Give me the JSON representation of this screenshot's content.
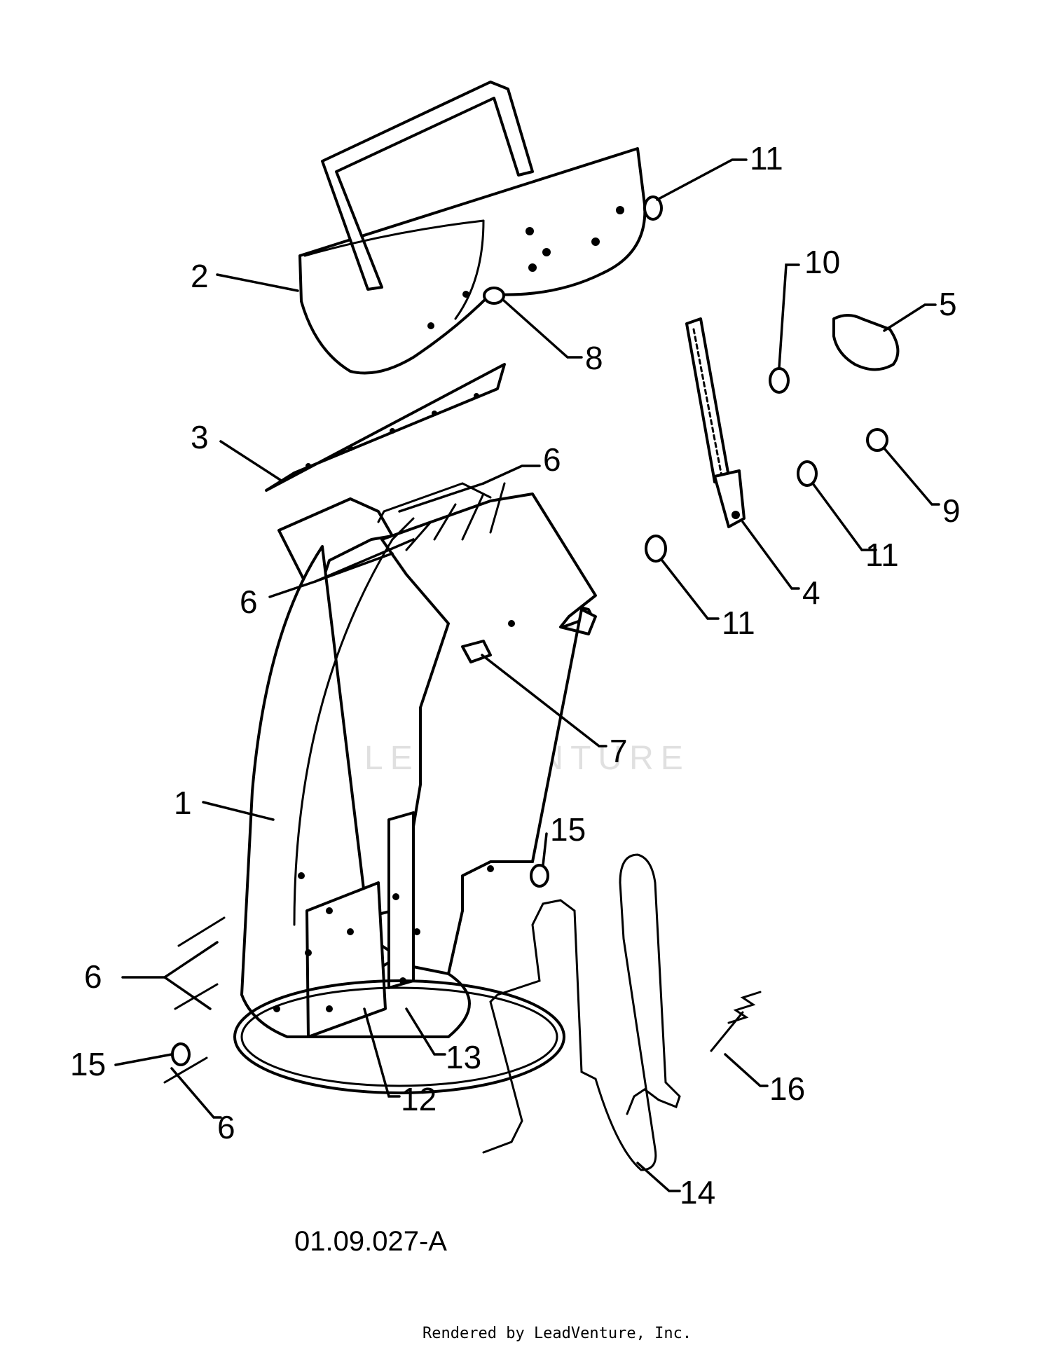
{
  "diagram": {
    "callouts": {
      "c1": "1",
      "c2": "2",
      "c3": "3",
      "c4": "4",
      "c5": "5",
      "c6a": "6",
      "c6b": "6",
      "c6c": "6",
      "c6d": "6",
      "c7": "7",
      "c8": "8",
      "c9": "9",
      "c10": "10",
      "c11a": "11",
      "c11b": "11",
      "c11c": "11",
      "c12": "12",
      "c13": "13",
      "c14": "14",
      "c15a": "15",
      "c15b": "15",
      "c16": "16"
    },
    "drawing_code": "01.09.027-A",
    "watermark": "LEADVENTURE",
    "credit": "Rendered by LeadVenture, Inc."
  }
}
